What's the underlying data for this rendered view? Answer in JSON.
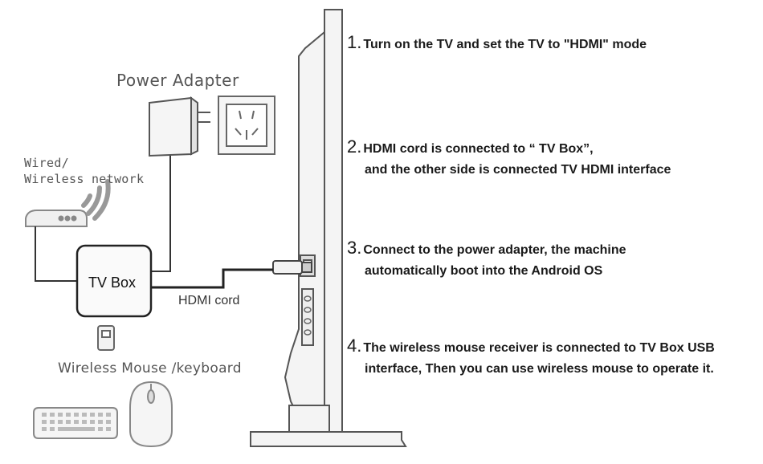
{
  "labels": {
    "power_adapter": "Power Adapter",
    "network_line1": "Wired/",
    "network_line2": "Wireless network",
    "tv_box": "TV Box",
    "hdmi_cord": "HDMI cord",
    "wireless_mouse": "Wireless Mouse /keyboard"
  },
  "steps": [
    {
      "number": "1.",
      "line1": "Turn on the TV and set the TV to \"HDMI\" mode",
      "line2": ""
    },
    {
      "number": "2.",
      "line1": "HDMI cord is connected to “ TV Box”,",
      "line2": "and the other side is connected TV HDMI interface"
    },
    {
      "number": "3.",
      "line1": "Connect to the power adapter, the machine",
      "line2": "automatically boot into the Android OS"
    },
    {
      "number": "4.",
      "line1": "The wireless mouse receiver is connected to TV  Box USB",
      "line2": "interface, Then you can use wireless mouse to operate it."
    }
  ],
  "colors": {
    "line": "#333333",
    "outline": "#555555",
    "fill": "#f2f2f2"
  },
  "icons": [
    "power-adapter-icon",
    "wall-socket-icon",
    "router-icon",
    "wifi-signal-icon",
    "tv-box-icon",
    "usb-receiver-icon",
    "keyboard-icon",
    "mouse-icon",
    "tv-side-icon"
  ]
}
